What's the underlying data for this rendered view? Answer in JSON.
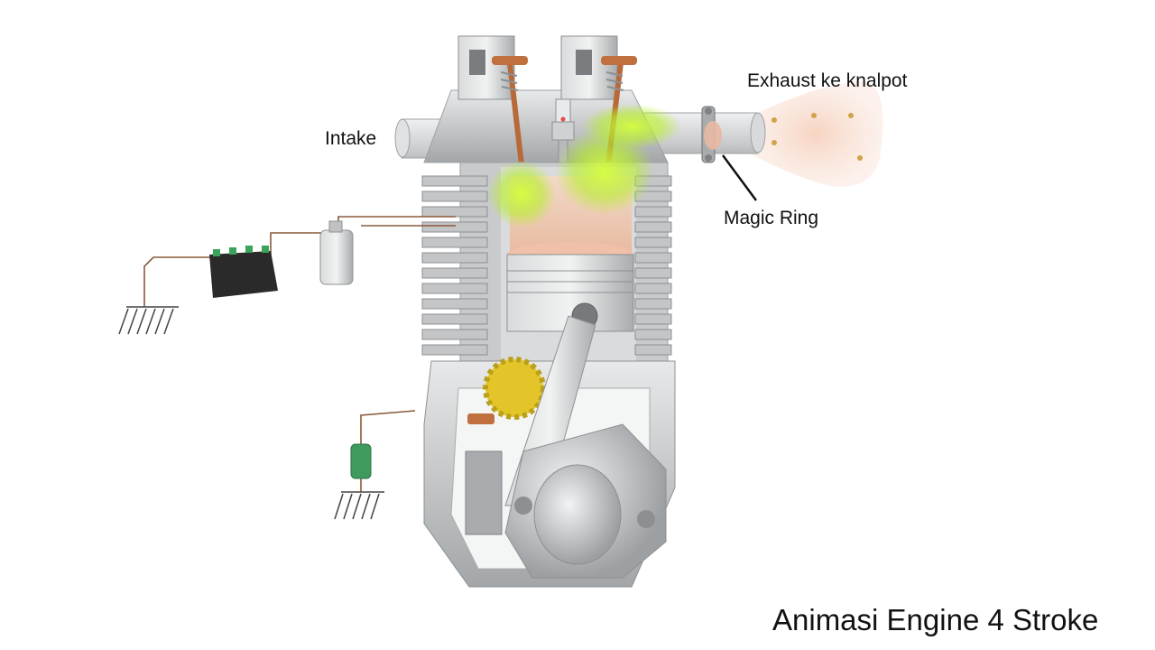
{
  "labels": {
    "intake": "Intake",
    "exhaust": "Exhaust ke knalpot",
    "magic_ring": "Magic Ring"
  },
  "title": "Animasi Engine 4 Stroke",
  "colors": {
    "metal": "#b9bbbd",
    "metal_dark": "#8d9093",
    "copper": "#c0703f",
    "combustion_glow": "#c8f03c",
    "exhaust_cloud": "#f6d6c6",
    "battery": "#2a2a2a",
    "gear": "#e3c52a",
    "resistor": "#3f9a5e"
  },
  "icons": [
    "spark-plug-icon",
    "battery-icon",
    "ignition-coil-icon",
    "ground-symbol-icon",
    "resistor-icon"
  ]
}
